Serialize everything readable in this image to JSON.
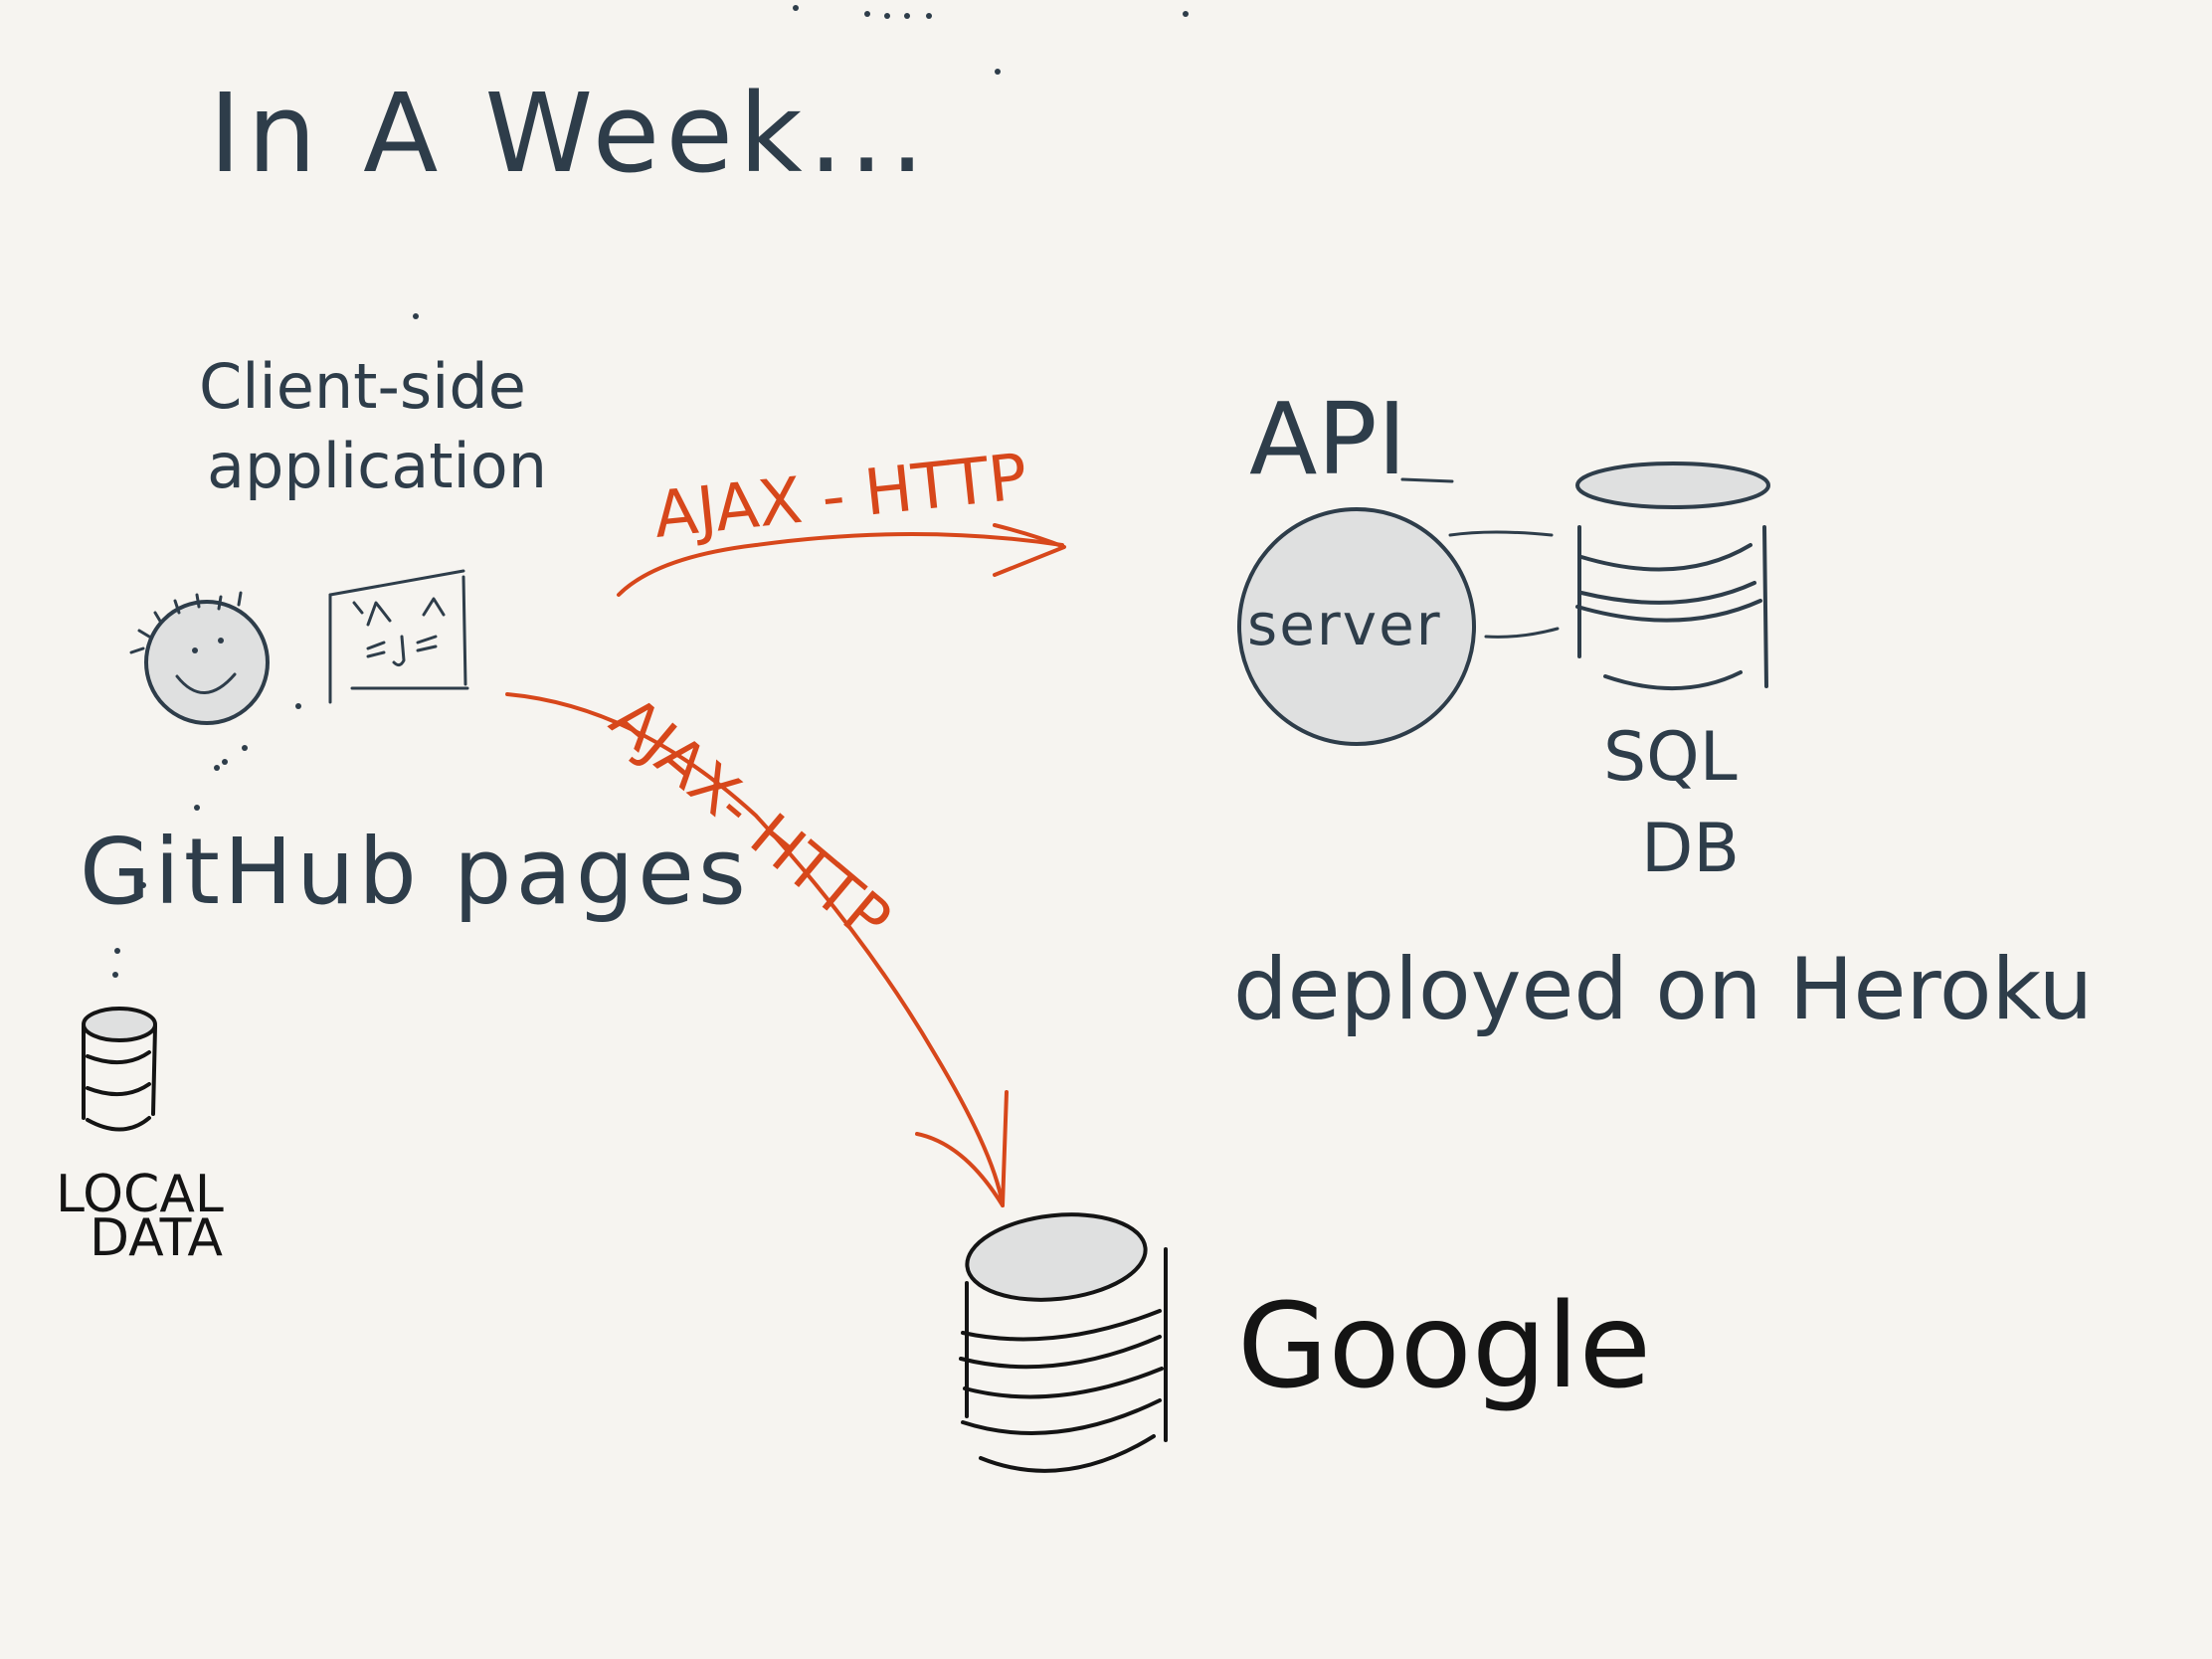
{
  "title": "In A Week...",
  "client": {
    "label_line1": "Client-side",
    "label_line2": "application"
  },
  "hosting": {
    "label": "GitHub pages"
  },
  "local_storage": {
    "label_line1": "LOCAL",
    "label_line2": "DATA"
  },
  "api": {
    "label": "API",
    "server_label": "server",
    "db_line1": "SQL",
    "db_line2": "DB",
    "deploy_label": "deployed on Heroku"
  },
  "connections": {
    "to_api_label": "AJAX - HTTP",
    "to_google_label": "AJAX- HTTP"
  },
  "google": {
    "label": "Google"
  },
  "colors": {
    "background": "#f6f4f0",
    "ink": "#2e3d4a",
    "accent": "#d7471b",
    "fill_gray": "#dfe0e0"
  },
  "icons": [
    "smiley-face-icon",
    "github-octocat-icon",
    "database-icon",
    "server-icon"
  ]
}
